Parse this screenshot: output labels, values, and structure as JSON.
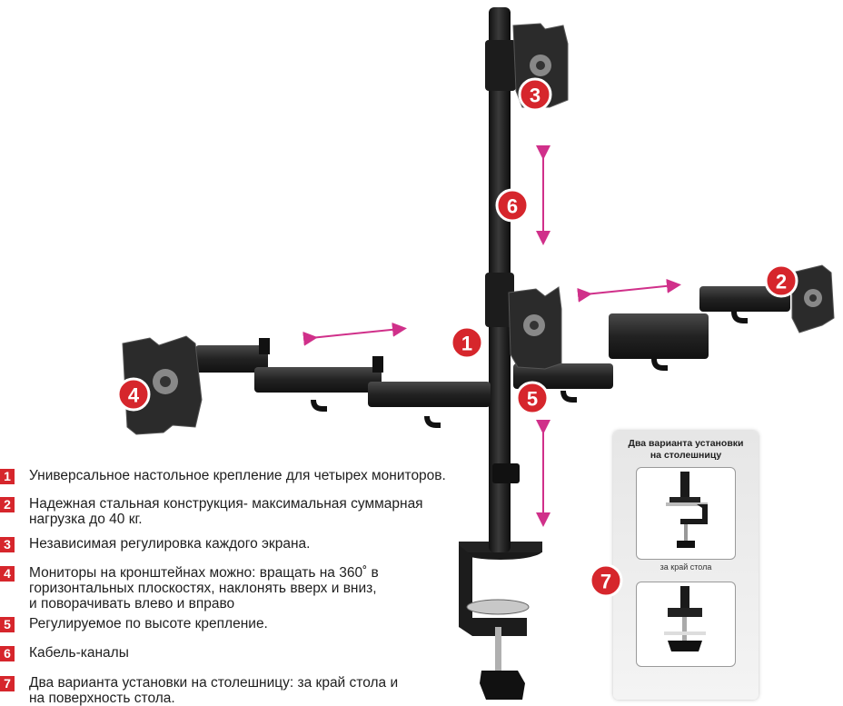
{
  "markers": [
    "1",
    "2",
    "3",
    "4",
    "5",
    "6",
    "7"
  ],
  "legend": [
    {
      "num": "1",
      "text": "Универсальное настольное крепление для четырех мониторов."
    },
    {
      "num": "2",
      "text": "Надежная стальная конструкция- максимальная суммарная\nнагрузка  до 40 кг."
    },
    {
      "num": "3",
      "text": "Независимая регулировка каждого экрана."
    },
    {
      "num": "4",
      "text": "Мониторы на кронштейнах можно: вращать на 360˚ в\nгоризонтальных плоскостях, наклонять вверх и вниз,\nи поворачивать влево и вправо"
    },
    {
      "num": "5",
      "text": "Регулируемое по высоте крепление."
    },
    {
      "num": "6",
      "text": "Кабель-каналы"
    },
    {
      "num": "7",
      "text": "Два варианта установки на столешницу: за край стола и\nна поверхность стола."
    }
  ],
  "inset": {
    "title": "Два варианта установки\nна столешницу",
    "caption": "за край стола",
    "marker": "7"
  },
  "colors": {
    "accent": "#d6262c",
    "arrow": "#d0308a",
    "metal": "#1e1e1e"
  }
}
